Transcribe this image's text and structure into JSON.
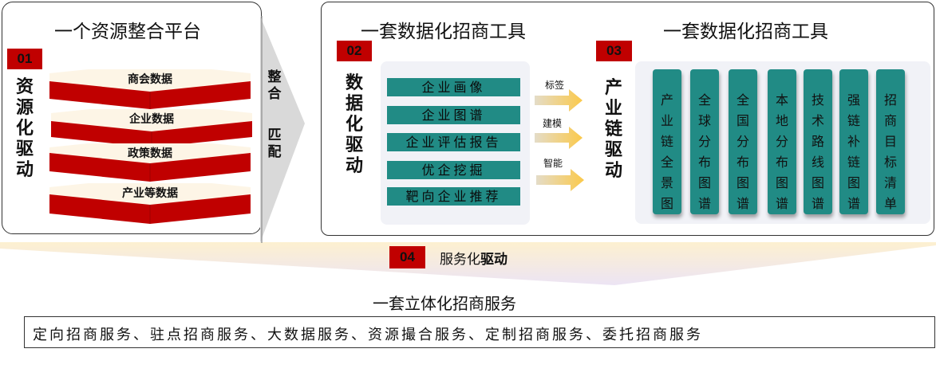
{
  "colors": {
    "accent_red": "#c00000",
    "teal": "#218b85",
    "grey_panel": "#f1f2f7",
    "arrow_yellow": "#f8c84a"
  },
  "section1": {
    "title": "一个资源整合平台",
    "badge": "01",
    "driver": "资源化驱动",
    "layers": [
      "商会数据",
      "企业数据",
      "政策数据",
      "产业等数据"
    ]
  },
  "connector": {
    "icon": "chevron-arrow-right",
    "text_top": "整合",
    "text_bottom": "匹配"
  },
  "section2": {
    "title": "一套数据化招商工具",
    "badge": "02",
    "driver": "数据化驱动",
    "tools": [
      "企业画像",
      "企业图谱",
      "企业评估报告",
      "优企挖掘",
      "靶向企业推荐"
    ],
    "flows": [
      {
        "label": "标签",
        "icon": "arrow-right"
      },
      {
        "label": "建模",
        "icon": "arrow-right"
      },
      {
        "label": "智能",
        "icon": "arrow-right"
      }
    ]
  },
  "section3": {
    "title": "一套数据化招商工具",
    "badge": "03",
    "driver": "产业链驱动",
    "columns": [
      "产业链全景图",
      "全球分布图谱",
      "全国分布图谱",
      "本地分布图谱",
      "技术路线图谱",
      "强链补链图谱",
      "招商目标清单"
    ]
  },
  "section4": {
    "badge": "04",
    "heading_regular": "服务化",
    "heading_bold": "驱动",
    "title": "一套立体化招商服务",
    "services": "定向招商服务、驻点招商服务、大数据服务、资源撮合服务、定制招商服务、委托招商服务"
  }
}
